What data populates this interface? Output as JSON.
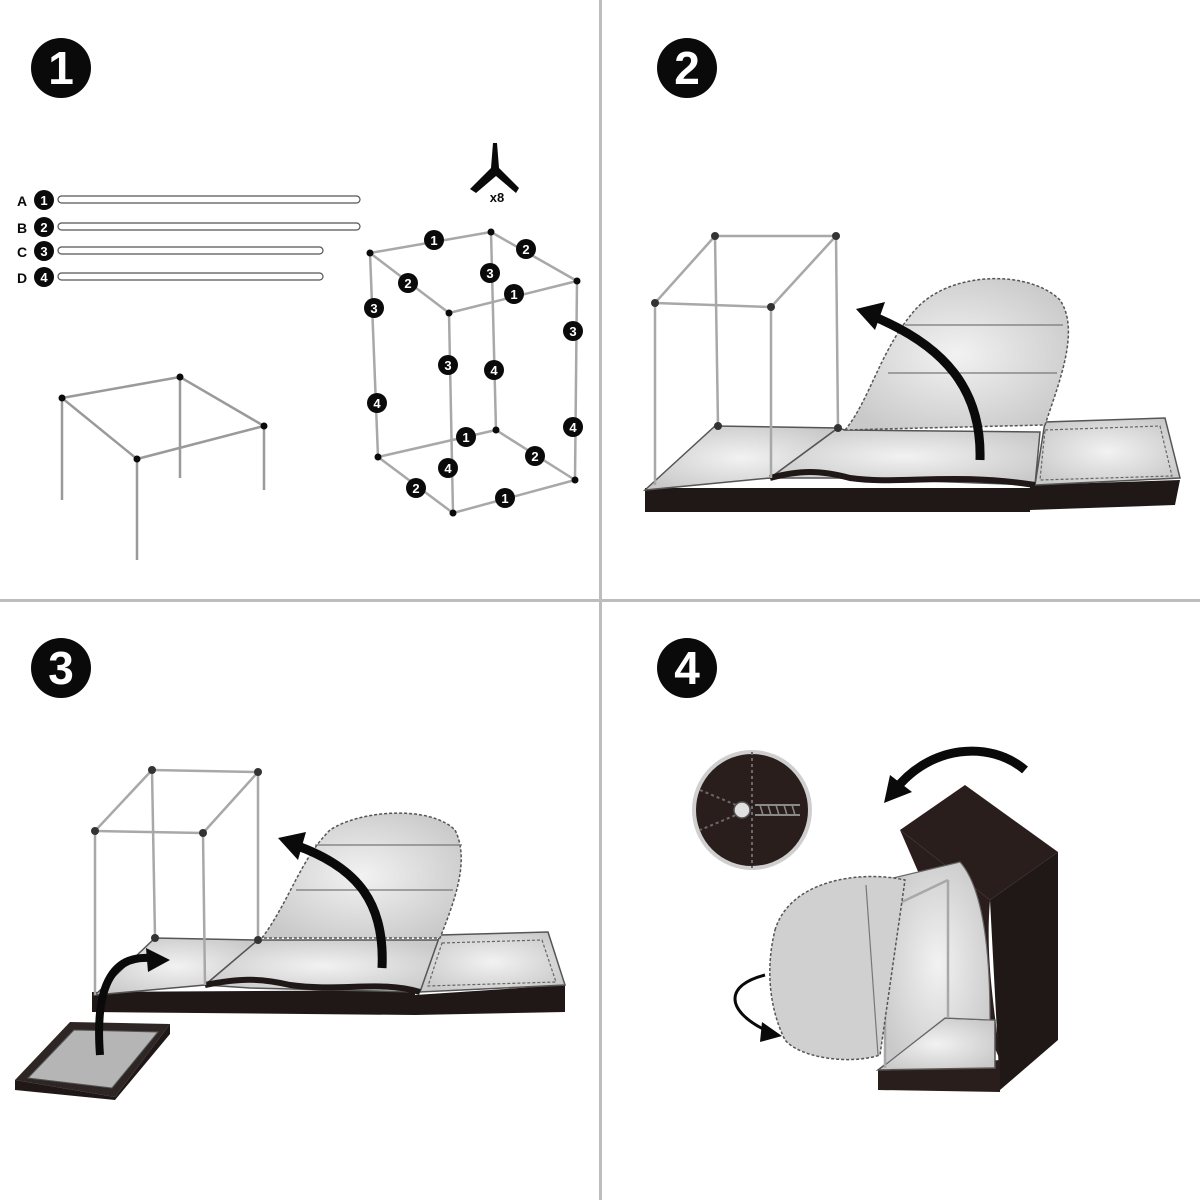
{
  "steps": [
    {
      "number": "1"
    },
    {
      "number": "2"
    },
    {
      "number": "3"
    },
    {
      "number": "4"
    }
  ],
  "poles": [
    {
      "letter": "A",
      "number": "1"
    },
    {
      "letter": "B",
      "number": "2"
    },
    {
      "letter": "C",
      "number": "3"
    },
    {
      "letter": "D",
      "number": "4"
    }
  ],
  "connector": {
    "quantity_label": "x8",
    "icon": "three-way-connector-icon"
  },
  "frame_labels": [
    "1",
    "2",
    "3",
    "2",
    "1",
    "3",
    "3",
    "3",
    "4",
    "4",
    "4",
    "1",
    "2",
    "4",
    "2",
    "1"
  ],
  "colors": {
    "ink": "#0a0a0a",
    "tent_fabric": "#2a1e1c",
    "reflective": "#dcdcdc",
    "divider": "#bdbdbd"
  }
}
